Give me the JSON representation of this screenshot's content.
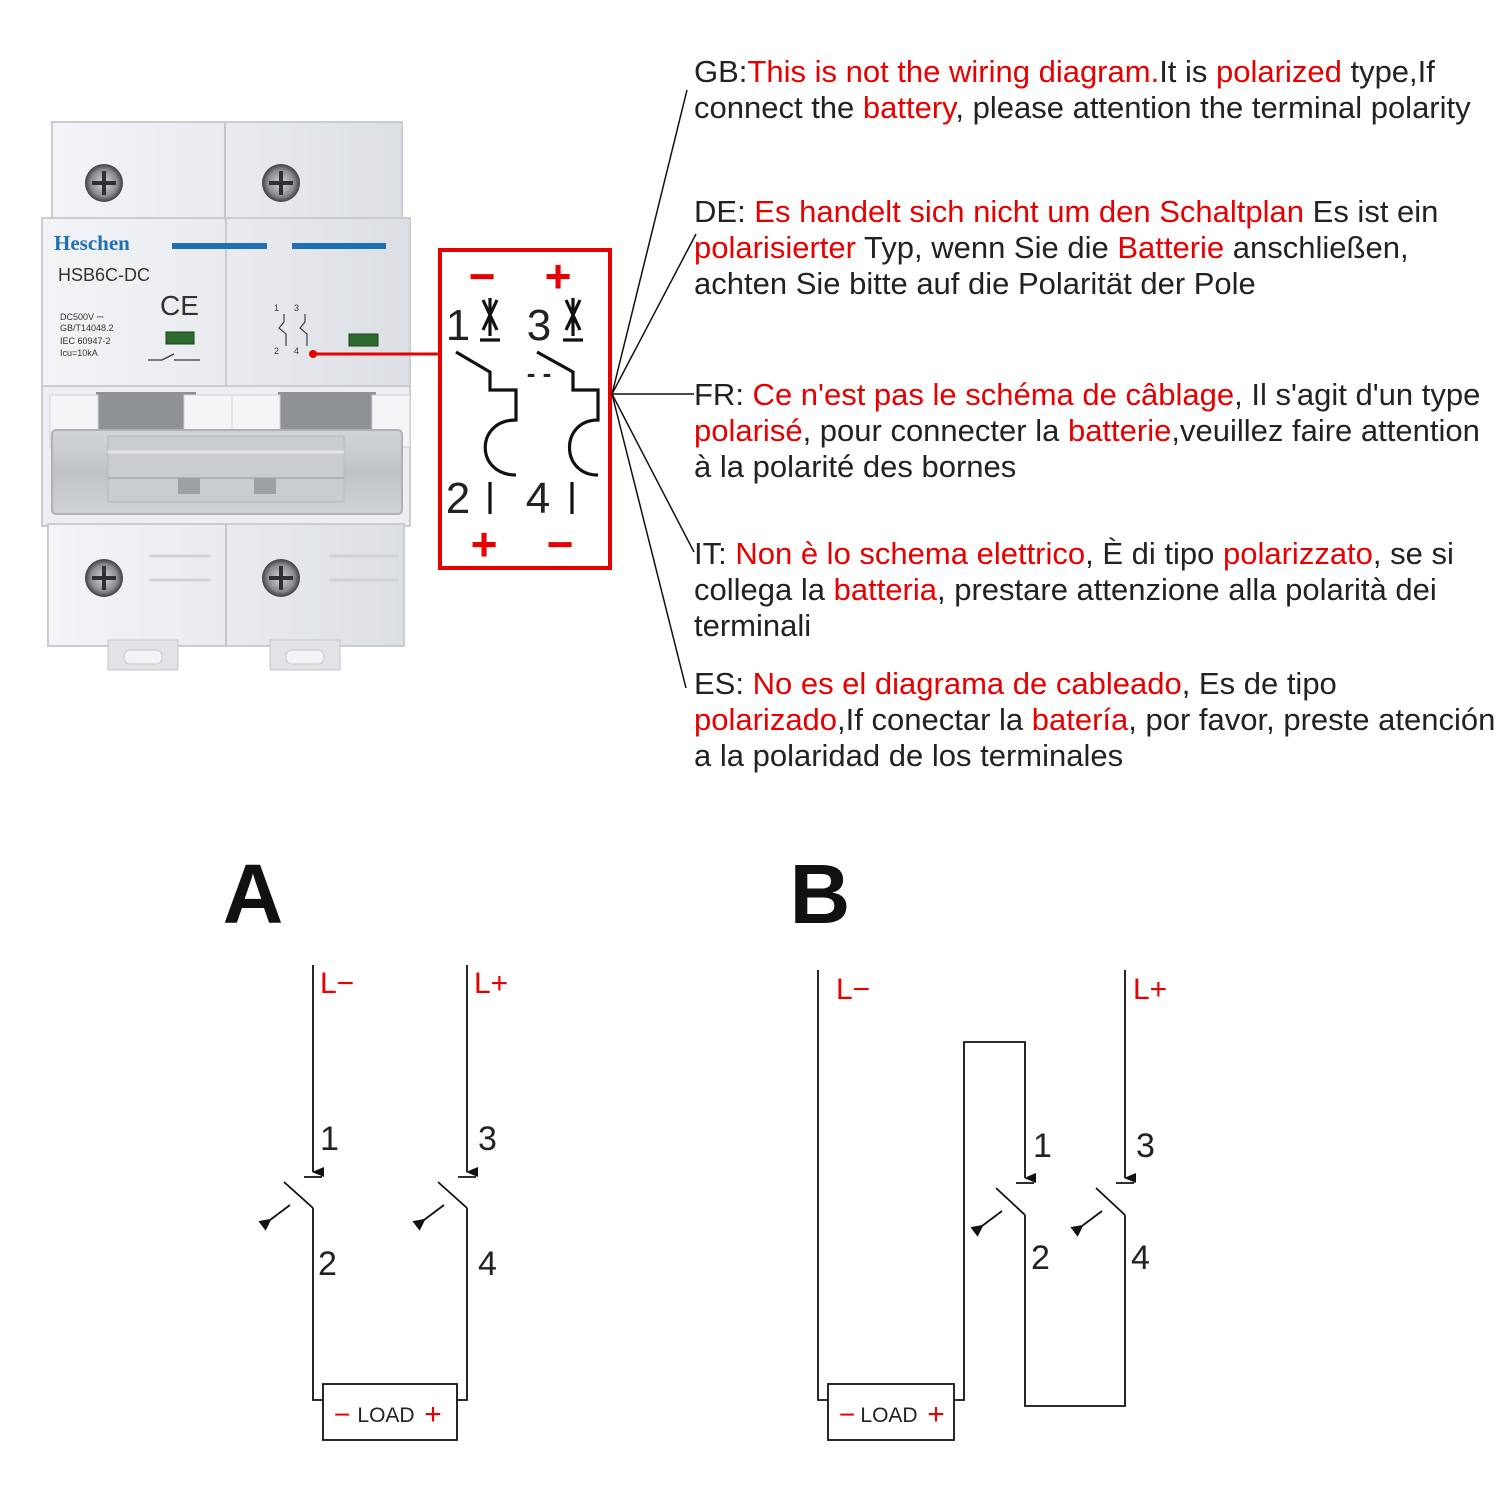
{
  "product": {
    "brand": "Heschen",
    "model": "HSB6C-DC",
    "ce_mark": "CE",
    "specs": [
      "DC500V ⎓",
      "GB/T14048.2",
      "IEC 60947-2",
      "Icu=10kA"
    ],
    "device_terminal_digits": [
      "1",
      "3",
      "2",
      "4"
    ]
  },
  "polarity_box": {
    "top_signs": [
      "−",
      "+"
    ],
    "bottom_signs": [
      "+",
      "−"
    ],
    "top_terminals": [
      "1",
      "3"
    ],
    "bottom_terminals": [
      "2",
      "4"
    ],
    "separator": "- -"
  },
  "notes": [
    {
      "lang": "GB:",
      "segments": [
        {
          "t": "This is not the wiring diagram.",
          "c": "red"
        },
        {
          "t": "It is ",
          "c": "black"
        },
        {
          "t": "polarized",
          "c": "red"
        },
        {
          "t": " type,If connect the ",
          "c": "black"
        },
        {
          "t": "battery",
          "c": "red"
        },
        {
          "t": ", please attention the terminal polarity",
          "c": "black"
        }
      ]
    },
    {
      "lang": "DE:",
      "segments": [
        {
          "t": " Es handelt sich nicht um den Schaltplan",
          "c": "red"
        },
        {
          "t": " Es ist ein ",
          "c": "black"
        },
        {
          "t": "polarisierter",
          "c": "red"
        },
        {
          "t": " Typ, wenn Sie die ",
          "c": "black"
        },
        {
          "t": "Batterie",
          "c": "red"
        },
        {
          "t": " anschließen, achten Sie bitte auf die Polarität der Pole",
          "c": "black"
        }
      ]
    },
    {
      "lang": "FR:",
      "segments": [
        {
          "t": " Ce n'est pas le schéma de câblage",
          "c": "red"
        },
        {
          "t": ", Il s'agit d'un type ",
          "c": "black"
        },
        {
          "t": "polarisé",
          "c": "red"
        },
        {
          "t": ", pour connecter la ",
          "c": "black"
        },
        {
          "t": "batterie",
          "c": "red"
        },
        {
          "t": ",veuillez faire attention à la polarité des bornes",
          "c": "black"
        }
      ]
    },
    {
      "lang": "IT:",
      "segments": [
        {
          "t": " Non è lo schema elettrico",
          "c": "red"
        },
        {
          "t": ", È di tipo ",
          "c": "black"
        },
        {
          "t": "polarizzato",
          "c": "red"
        },
        {
          "t": ", se si collega la ",
          "c": "black"
        },
        {
          "t": "batteria",
          "c": "red"
        },
        {
          "t": ", prestare attenzione alla polarità dei terminali",
          "c": "black"
        }
      ]
    },
    {
      "lang": "ES:",
      "segments": [
        {
          "t": " No es el diagrama de cableado",
          "c": "red"
        },
        {
          "t": ", Es de tipo ",
          "c": "black"
        },
        {
          "t": "polarizado",
          "c": "red"
        },
        {
          "t": ",If conectar la ",
          "c": "black"
        },
        {
          "t": "batería",
          "c": "red"
        },
        {
          "t": ", por favor, preste atención a la polaridad de los terminales",
          "c": "black"
        }
      ]
    }
  ],
  "diagram_a": {
    "title": "A",
    "line_neg": "L−",
    "line_pos": "L+",
    "terminals": [
      "1",
      "2",
      "3",
      "4"
    ],
    "load": {
      "minus": "−",
      "label": "LOAD",
      "plus": "+"
    }
  },
  "diagram_b": {
    "title": "B",
    "line_neg": "L−",
    "line_pos": "L+",
    "terminals": [
      "1",
      "2",
      "3",
      "4"
    ],
    "load": {
      "minus": "−",
      "label": "LOAD",
      "plus": "+"
    }
  },
  "colors": {
    "red": "#e60000",
    "text": "#222222",
    "brand": "#1f6fb5",
    "device_body": "#e6e8ec"
  }
}
